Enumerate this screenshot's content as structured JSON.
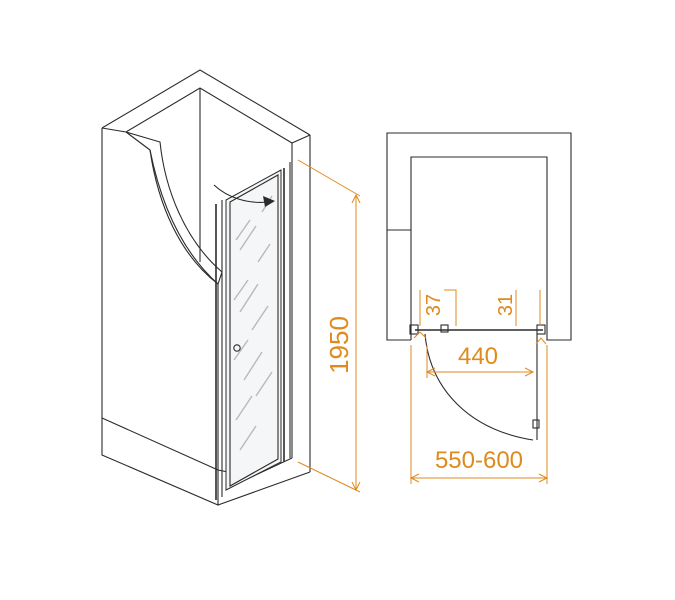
{
  "dimensions": {
    "height": "1950",
    "gap_left": "37",
    "gap_right": "31",
    "door_width": "440",
    "total_width": "550-600"
  },
  "colors": {
    "dimension": "#e08a1e",
    "outline": "#2b2b2b"
  }
}
